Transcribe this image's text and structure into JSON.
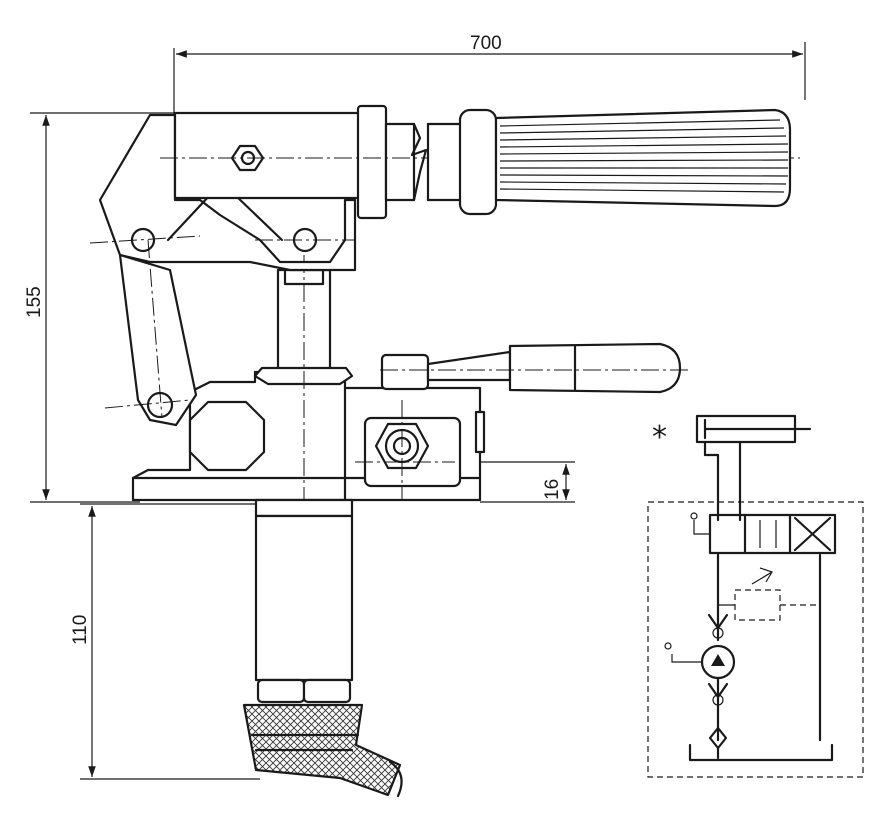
{
  "dimensions": {
    "length": "700",
    "height": "155",
    "depth": "110",
    "offset": "16"
  },
  "schematic": {
    "marker": "*"
  }
}
